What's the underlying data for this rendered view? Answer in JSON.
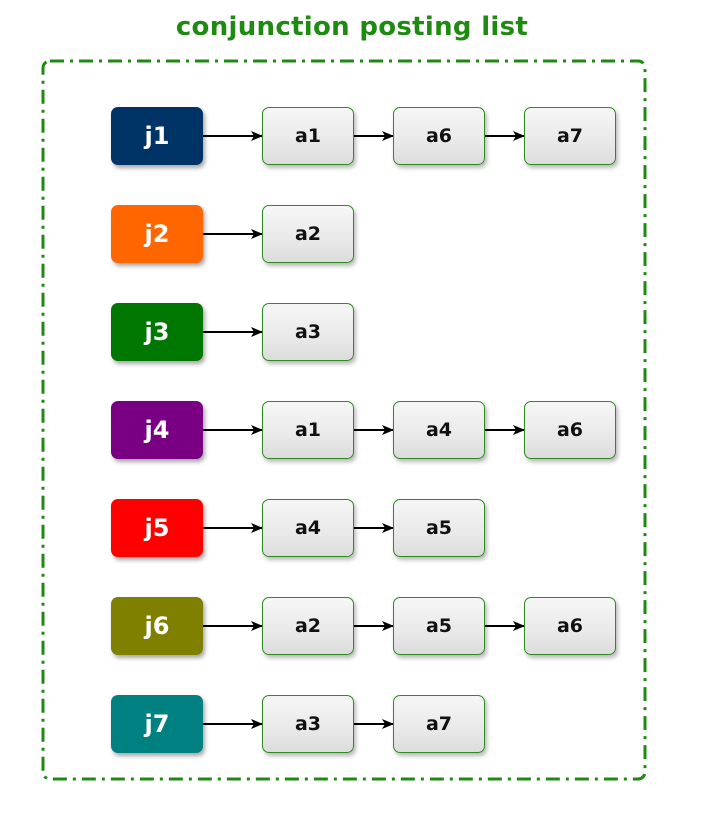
{
  "title": "conjunction posting list",
  "colors": {
    "title": "#1f8a12",
    "frame": "#1f8a12",
    "node_border": "#2f8a22"
  },
  "rows": [
    {
      "key": "j1",
      "color": "#003366",
      "items": [
        "a1",
        "a6",
        "a7"
      ]
    },
    {
      "key": "j2",
      "color": "#ff6600",
      "items": [
        "a2"
      ]
    },
    {
      "key": "j3",
      "color": "#007700",
      "items": [
        "a3"
      ]
    },
    {
      "key": "j4",
      "color": "#7a0083",
      "items": [
        "a1",
        "a4",
        "a6"
      ]
    },
    {
      "key": "j5",
      "color": "#ff0000",
      "items": [
        "a4",
        "a5"
      ]
    },
    {
      "key": "j6",
      "color": "#808000",
      "items": [
        "a2",
        "a5",
        "a6"
      ]
    },
    {
      "key": "j7",
      "color": "#008080",
      "items": [
        "a3",
        "a7"
      ]
    }
  ]
}
